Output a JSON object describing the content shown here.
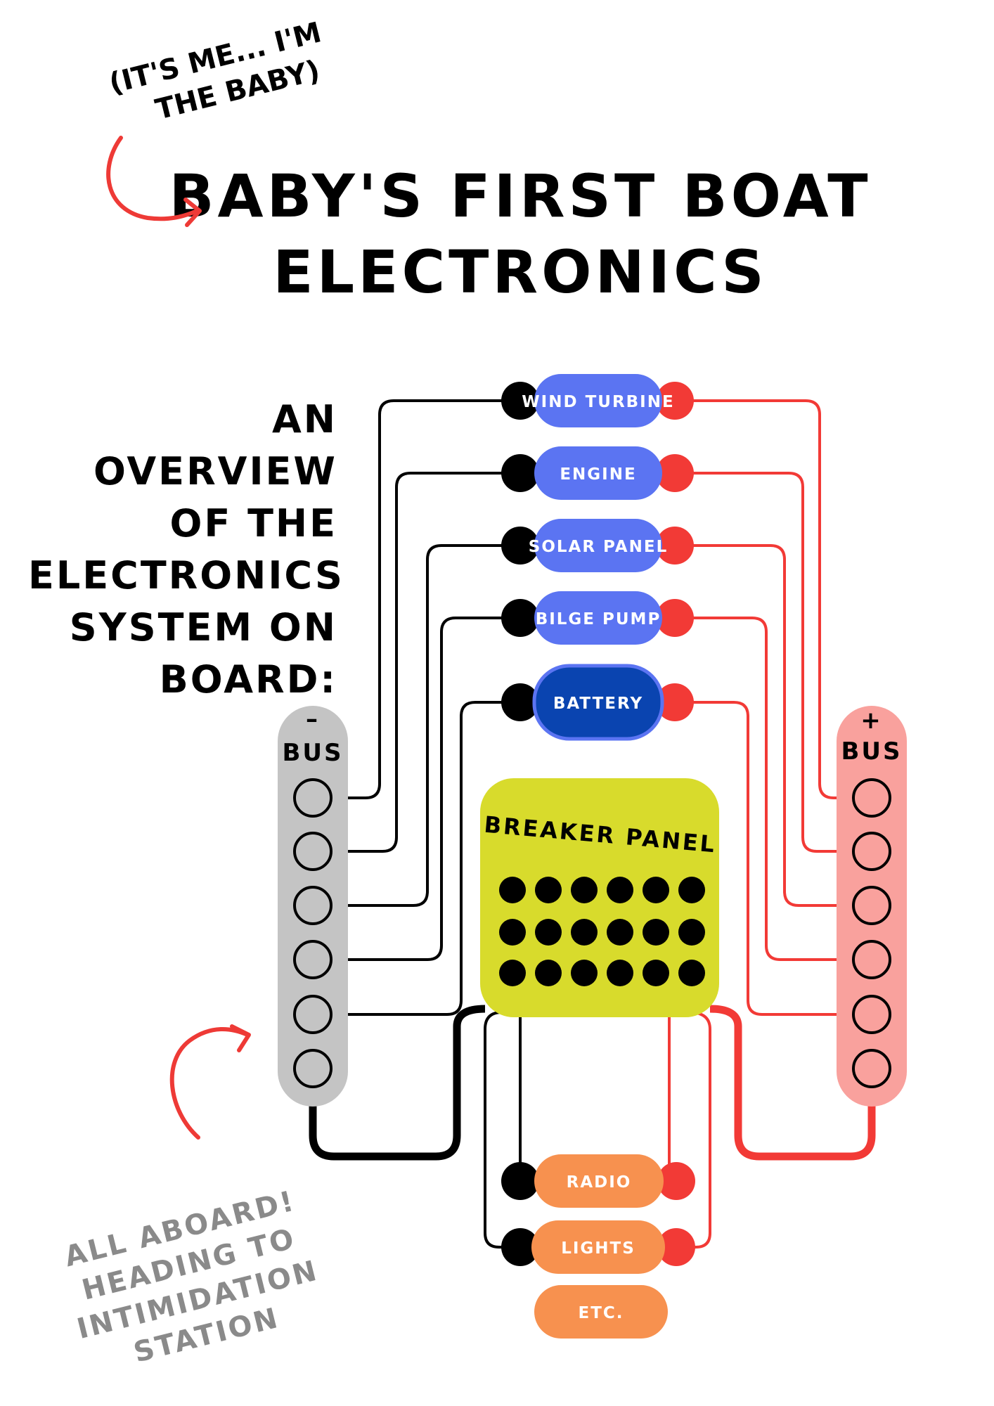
{
  "aside": {
    "line1": "(IT'S ME... I'M",
    "line2": "THE BABY)"
  },
  "title": {
    "line1": "BABY'S FIRST BOAT",
    "line2": "ELECTRONICS"
  },
  "overview": {
    "lines": [
      "AN OVERVIEW",
      "OF THE",
      "ELECTRONICS",
      "SYSTEM ON",
      "BOARD:"
    ]
  },
  "slogan": {
    "lines": [
      "ALL ABOARD!",
      "HEADING TO",
      "INTIMIDATION",
      "STATION"
    ]
  },
  "neg_bus": {
    "sign": "–",
    "label": "BUS"
  },
  "pos_bus": {
    "sign": "+",
    "label": "BUS"
  },
  "breaker_panel": {
    "label": "BREAKER PANEL"
  },
  "sources": [
    {
      "label": "WIND TURBINE"
    },
    {
      "label": "ENGINE"
    },
    {
      "label": "SOLAR PANEL"
    },
    {
      "label": "BILGE PUMP"
    },
    {
      "label": "BATTERY"
    }
  ],
  "loads": [
    {
      "label": "RADIO"
    },
    {
      "label": "LIGHTS"
    },
    {
      "label": "ETC."
    }
  ],
  "colors": {
    "source_pill": "#5b74f2",
    "battery_pill": "#0a44b0",
    "battery_outline": "#5b74f2",
    "load_pill": "#f7914f",
    "neg_bus": "#c4c4c4",
    "pos_bus": "#f9a19d",
    "panel": "#d8db2c",
    "negative_wire": "#000000",
    "positive_wire": "#f23a36",
    "arrow": "#ee3a36"
  }
}
